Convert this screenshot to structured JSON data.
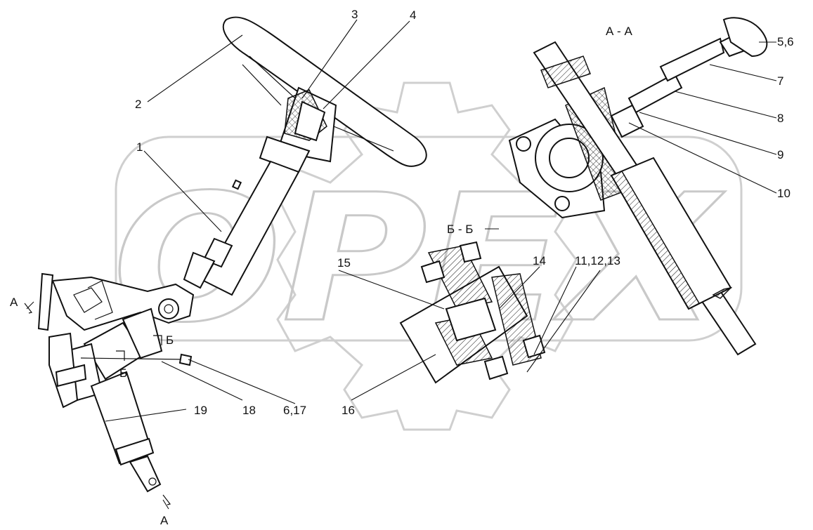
{
  "watermark": {
    "text": "ОРЕХ"
  },
  "section_titles": {
    "aa": "А - А",
    "bb": "Б - Б",
    "marker_a": "А",
    "marker_b": "Б"
  },
  "callouts": {
    "c1": "1",
    "c2": "2",
    "c3": "3",
    "c4": "4",
    "c5_6": "5,6",
    "c7": "7",
    "c8": "8",
    "c9": "9",
    "c10": "10",
    "c11_13": "11,12,13",
    "c14": "14",
    "c15": "15",
    "c16": "16",
    "c6_17": "6,17",
    "c18": "18",
    "c19": "19"
  }
}
